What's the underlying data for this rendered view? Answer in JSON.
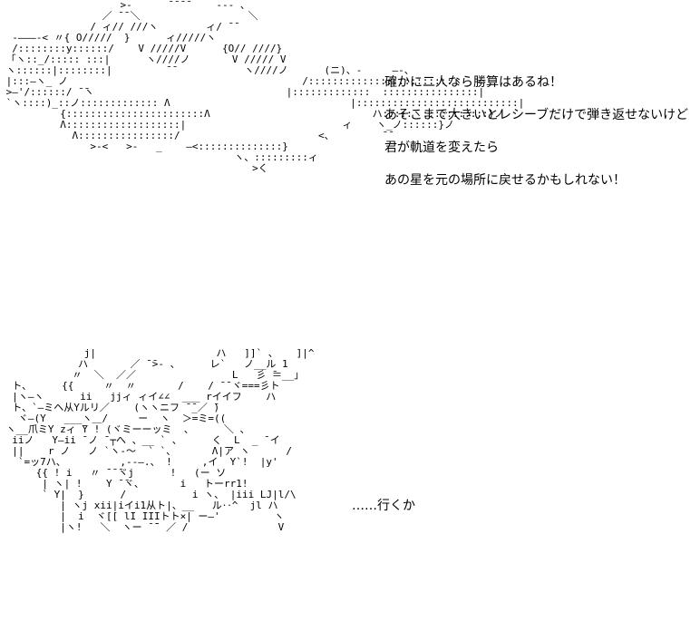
{
  "top_art": "                    >-      ̄ ̄ ̄ ̄     --- 、\n                 ／ ̄ ̄ ＼                  ＼\n               / ィ// ///ヽ        ィ/ ̄ ̄\n  -―――-< 〃{ O/////  }      ィ/////ヽ\n  /::::::::y::::::/    V /////V      {O// ////}\n 「ヽ::_/::::: :::|      ヽ////ノ       V ///// V\n ヽ::::::|::::::::|         ̄ ̄            ヽ////ノ      (ニ)、-     ―-、\n |:::―ヽ_ ノ                                       /::::::::::::::::::::::::ヽ\n >―'/::::::/ ̄ ̄ヽ                                |:::::::::::::  ::::::::::::::::|\n `ヽ::::)_::ノ::::::::::::: Λ                              |:::::::::::::::::::::::::::|\n          {:::::::::::::::::::::::Λ                           ハ:::::ヽ:::::::::::}ノ\n          Λ:::::::::::::::::::|                          ィ    ヽ_ノ::::::}ノ\n            Λ::::::::::::::::/                       <、        ̄ ̄\n               >-<   >-   _    ―<::::::::::::::}\n                                       ヽ、:::::::::ィ\n                                          >く",
  "bottom_art": "              j|                    ハ   ]]` 、   ]|^\n             ハ       ／ ̄ ̄>- 、     レ`   ノ__ル 1\n            〃  ＼  ／／                L   彡 ̄＝__」\n  ト、     {{     〃  〃       /    / ̄ ̄ ヾ===彡ト\n  |ヽ―ヽ      ii   jjィ ィイ∠∠  ___ rイイフ    ハ\n  ト、`―ミヘ从Yルリ／    (ヽヽニフ ̄ ̄_／ ̄)\n   ヾ―(Y   ___ヽ＿/     ー  ヽ  ＞=ミ=((\n ヽ__爪ミY zィ ̄Y ! (ヾミーーッミ  、     ＼ 、\n  iiノ   Y―ii ̄ ノ ̄ ┬へ 、__ ` 、     く  L  _ ̄ イ\n  ||    r ノ   ノ `ヽ-〜  ` `、      Λ|ア ヽ      /\n   `=ッ7ハ、         ,--―.、 !     ,イ  Y`!  |y'\n      {{ ! i   〃 ̄ ̄ ̄ヾj      !   (ー ソ\n       | ヽ| !    Y ̄ ̄ヾ、      i   トーrr1!\n       ` Y|  }      /           i ヽ、 |iii LJ|l/\\\n          | ヽj xii|iイi1从ト|、__   ル‥^  jl ハ\n          |  i  ヾ[[ lI IIIトト×| ー―'         ヽ\n          |ヽ!   ＼  ヽー ̄ ̄¨ ／ /               V",
  "lines": {
    "l1": "確かに二人なら勝算はあるね！",
    "l2": "あそこまで大きいとレシーブだけで弾き返せないけど",
    "l3": "君が軌道を変えたら",
    "l4": "あの星を元の場所に戻せるかもしれない！",
    "l5": "……行くか"
  }
}
